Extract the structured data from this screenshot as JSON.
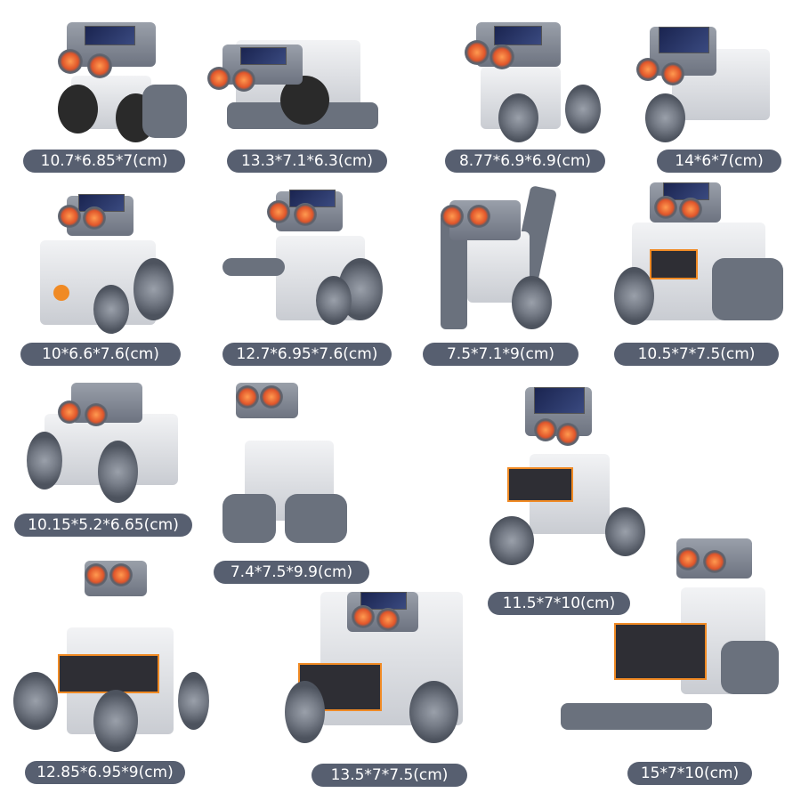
{
  "colors": {
    "label_bg": "#575f70",
    "label_text": "#ffffff",
    "accent_orange": "#f08a24",
    "robot_gray": "#6d7380",
    "robot_white": "#f2f3f5"
  },
  "models": [
    {
      "id": 1,
      "dimensions": "10.7*6.85*7(cm)"
    },
    {
      "id": 2,
      "dimensions": "13.3*7.1*6.3(cm)"
    },
    {
      "id": 3,
      "dimensions": "8.77*6.9*6.9(cm)"
    },
    {
      "id": 4,
      "dimensions": "14*6*7(cm)"
    },
    {
      "id": 5,
      "dimensions": "10*6.6*7.6(cm)"
    },
    {
      "id": 6,
      "dimensions": "12.7*6.95*7.6(cm)"
    },
    {
      "id": 7,
      "dimensions": "7.5*7.1*9(cm)"
    },
    {
      "id": 8,
      "dimensions": "10.5*7*7.5(cm)"
    },
    {
      "id": 9,
      "dimensions": "10.15*5.2*6.65(cm)"
    },
    {
      "id": 10,
      "dimensions": "7.4*7.5*9.9(cm)"
    },
    {
      "id": 11,
      "dimensions": "11.5*7*10(cm)"
    },
    {
      "id": 12,
      "dimensions": "12.85*6.95*9(cm)"
    },
    {
      "id": 13,
      "dimensions": "13.5*7*7.5(cm)"
    },
    {
      "id": 14,
      "dimensions": "15*7*10(cm)"
    }
  ]
}
